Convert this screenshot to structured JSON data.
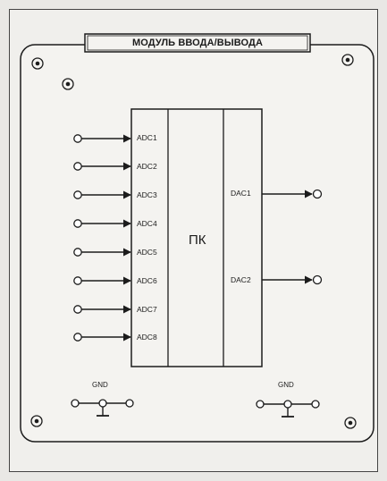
{
  "module_title": "МОДУЛЬ ВВОДА/ВЫВОДА",
  "block_label": "ПК",
  "inputs": [
    "ADC1",
    "ADC2",
    "ADC3",
    "ADC4",
    "ADC5",
    "ADC6",
    "ADC7",
    "ADC8"
  ],
  "outputs": [
    "DAC1",
    "DAC2"
  ],
  "ground_left_label": "GND",
  "ground_right_label": "GND"
}
